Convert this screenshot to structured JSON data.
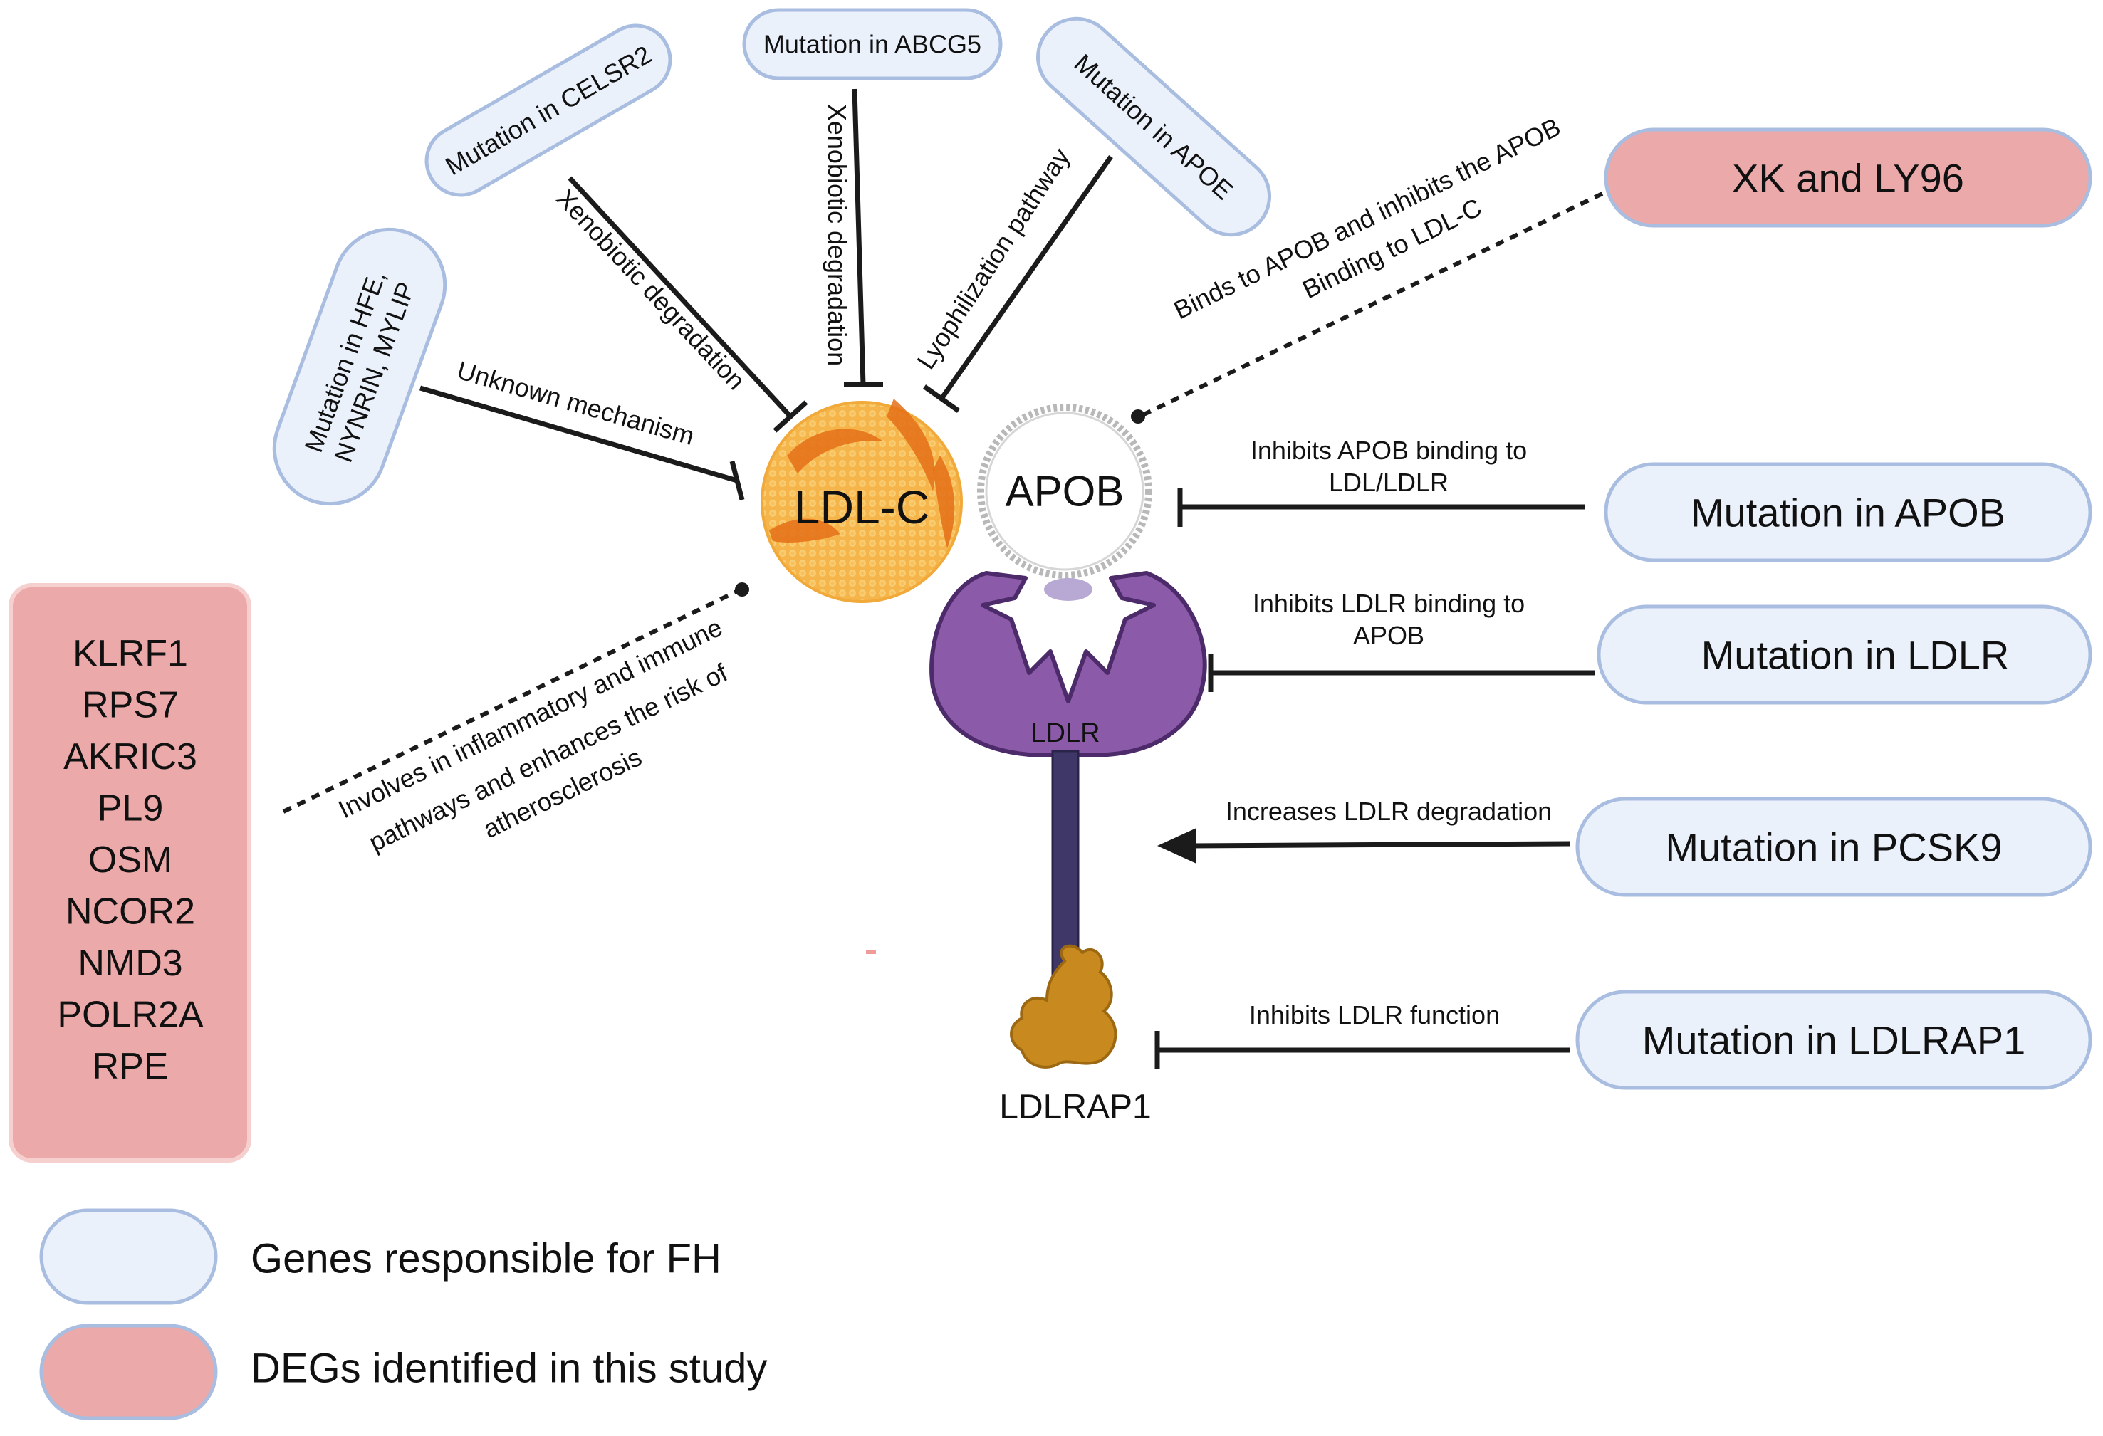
{
  "genes_fh": {
    "celsr2": "Mutation in CELSR2",
    "abcg5": "Mutation in ABCG5",
    "apoe": "Mutation in APOE",
    "hfe_line1": "Mutation in HFE,",
    "hfe_line2": "NYNRIN, MYLIP",
    "apob": "Mutation in APOB",
    "ldlr": "Mutation in LDLR",
    "pcsk9": "Mutation in PCSK9",
    "ldlrap1": "Mutation in LDLRAP1"
  },
  "degs_top": "XK and LY96",
  "deg_list": [
    "KLRF1",
    "RPS7",
    "AKRIC3",
    "PL9",
    "OSM",
    "NCOR2",
    "NMD3",
    "POLR2A",
    "RPE"
  ],
  "center": {
    "ldlc": "LDL-C",
    "apob": "APOB",
    "ldlr": "LDLR",
    "ldlrap1": "LDLRAP1"
  },
  "edges": {
    "celsr2": "Xenobiotic degradation",
    "abcg5": "Xenobiotic degradation",
    "apoe": "Lyophilization pathway",
    "hfe": "Unknown mechanism",
    "xk_line1": "Binds to APOB and inhibits the APOB",
    "xk_line2": "Binding to LDL-C",
    "apob_line1": "Inhibits APOB binding to",
    "apob_line2": "LDL/LDLR",
    "ldlr_line1": "Inhibits LDLR binding to",
    "ldlr_line2": "APOB",
    "pcsk9": "Increases LDLR degradation",
    "ldlrap1": "Inhibits LDLR function",
    "deg_line1": "Involves in inflammatory and immune",
    "deg_line2": "pathways and enhances the risk of",
    "deg_line3": "atherosclerosis"
  },
  "legend": {
    "blue": "Genes responsible for FH",
    "red": "DEGs identified in this study"
  },
  "colors": {
    "fh_fill": "#eaf1fb",
    "deg_fill": "#eba9a9",
    "ldlc": "#f2b74a",
    "ldlr": "#8b5aa8",
    "ldlrap1": "#c88a1e"
  }
}
